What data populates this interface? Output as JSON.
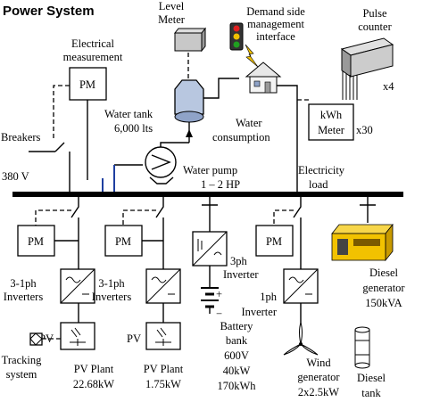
{
  "title": "Power System",
  "labels": {
    "level_meter": [
      "Level",
      "Meter"
    ],
    "demand_side": [
      "Demand side",
      "management",
      "interface"
    ],
    "pulse_counter": [
      "Pulse",
      "counter"
    ],
    "electrical_measurement": [
      "Electrical",
      "measurement"
    ],
    "water_tank": [
      "Water tank",
      "6,000 lts"
    ],
    "water_consumption": [
      "Water",
      "consumption"
    ],
    "x4": "x4",
    "x30": "x30",
    "breakers": "Breakers",
    "voltage": "380 V",
    "water_pump": [
      "Water pump",
      "1 – 2 HP"
    ],
    "electricity_load": [
      "Electricity",
      "load"
    ],
    "pm": "PM",
    "kwh_meter": [
      "kWh",
      "Meter"
    ],
    "inverters_3_1ph_a": [
      "3-1ph",
      "Inverters"
    ],
    "inverters_3_1ph_b": [
      "3-1ph",
      "Inverters"
    ],
    "inverter_3ph": [
      "3ph",
      "Inverter"
    ],
    "inverter_1ph": [
      "1ph",
      "Inverter"
    ],
    "pv": "PV",
    "tracking_system": [
      "Tracking",
      "system"
    ],
    "pv_plant_a": [
      "PV Plant",
      "22.68kW"
    ],
    "pv_plant_b": [
      "PV Plant",
      "1.75kW"
    ],
    "battery_bank": [
      "Battery",
      "bank",
      "600V",
      "40kW",
      "170kWh"
    ],
    "wind_generator": [
      "Wind",
      "generator",
      "2x2.5kW"
    ],
    "diesel_generator": [
      "Diesel",
      "generator",
      "150kVA"
    ],
    "diesel_tank": [
      "Diesel",
      "tank"
    ],
    "battery_plus": "+",
    "battery_minus": "−"
  },
  "colors": {
    "tank_fill": "#b8c7e0",
    "generator_fill": "#f2c200",
    "pump_pipe": "#1f3fa0",
    "light_red": "#e02020",
    "light_yellow": "#f0c000",
    "light_green": "#20a020",
    "lightning": "#f0c000"
  }
}
